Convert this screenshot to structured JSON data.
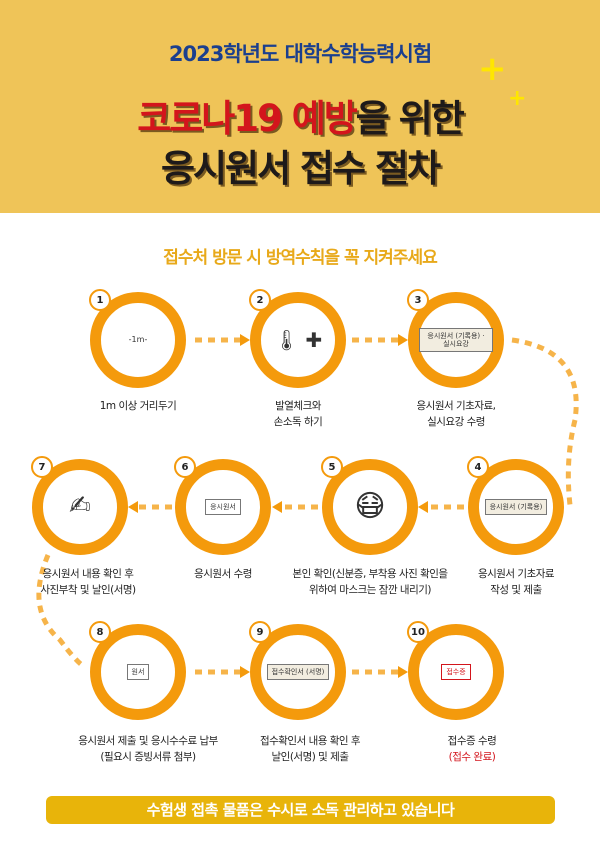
{
  "header": {
    "year_title": "2023학년도 대학수학능력시험",
    "title_red": "코로나19 예방",
    "title_rest": "을 위한",
    "title_line2": "응시원서 접수 절차"
  },
  "subtitle": "접수처 방문 시 방역수칙을 꼭 지켜주세요",
  "steps": [
    {
      "num": "1",
      "label": "1m 이상 거리두기",
      "ill": "-1m-"
    },
    {
      "num": "2",
      "label": "발열체크와\n손소독 하기",
      "ill": "🌡 ✚"
    },
    {
      "num": "3",
      "label": "응시원서 기초자료,\n실시요강 수령",
      "ill": "응시원서 (기록용) · 실시요강"
    },
    {
      "num": "4",
      "label": "응시원서 기초자료\n작성 및 제출",
      "ill": "응시원서 (기록용)"
    },
    {
      "num": "5",
      "label": "본인 확인(신분증, 부착용 사진 확인을\n위하여 마스크는 잠깐 내리기)",
      "ill": "😷"
    },
    {
      "num": "6",
      "label": "응시원서 수령",
      "ill": "응시원서"
    },
    {
      "num": "7",
      "label": "응시원서 내용 확인 후\n사진부착 및 날인(서명)",
      "ill": "✍"
    },
    {
      "num": "8",
      "label": "응시원서 제출 및 응시수수료 납부\n(필요시 증빙서류 첨부)",
      "ill": "원서"
    },
    {
      "num": "9",
      "label": "접수확인서 내용 확인 후\n날인(서명) 및 제출",
      "ill": "접수확인서 (서명)"
    },
    {
      "num": "10",
      "label": "접수증 수령",
      "label_red": "(접수 완료)",
      "ill": "접수증"
    }
  ],
  "banner": "수험생 접촉 물품은 수시로 소독 관리하고 있습니다",
  "colors": {
    "header_bg": "#efc458",
    "ring": "#f49a0c",
    "banner": "#e8b40a",
    "red": "#d3151c",
    "navy": "#1b3f8e"
  }
}
